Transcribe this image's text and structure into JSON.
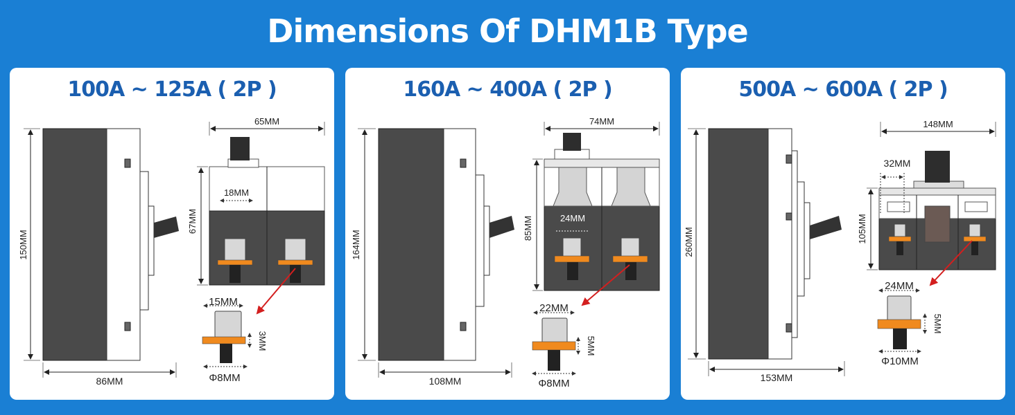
{
  "title": "Dimensions Of DHM1B Type",
  "colors": {
    "background": "#1a7fd4",
    "panel": "#ffffff",
    "heading": "#1b5fb0",
    "body_dark": "#4a4a4a",
    "terminal_plate": "#f08a1e",
    "arrow": "#d31f1f"
  },
  "panels": [
    {
      "heading": "100A ~ 125A ( 2P )",
      "height": "150MM",
      "depth": "86MM",
      "width": "65MM",
      "front_height": "67MM",
      "pole_spacing": "18MM",
      "terminal_width": "15MM",
      "terminal_thickness": "3MM",
      "bolt_diameter": "Φ8MM"
    },
    {
      "heading": "160A ~ 400A ( 2P )",
      "height": "164MM",
      "depth": "108MM",
      "width": "74MM",
      "front_height": "85MM",
      "pole_spacing": "24MM",
      "terminal_width": "22MM",
      "terminal_thickness": "5MM",
      "bolt_diameter": "Φ8MM"
    },
    {
      "heading": "500A ~ 600A ( 2P )",
      "height": "260MM",
      "depth": "153MM",
      "width": "148MM",
      "front_height": "105MM",
      "pole_spacing": "32MM",
      "terminal_width": "24MM",
      "terminal_thickness": "5MM",
      "bolt_diameter": "Φ10MM"
    }
  ]
}
